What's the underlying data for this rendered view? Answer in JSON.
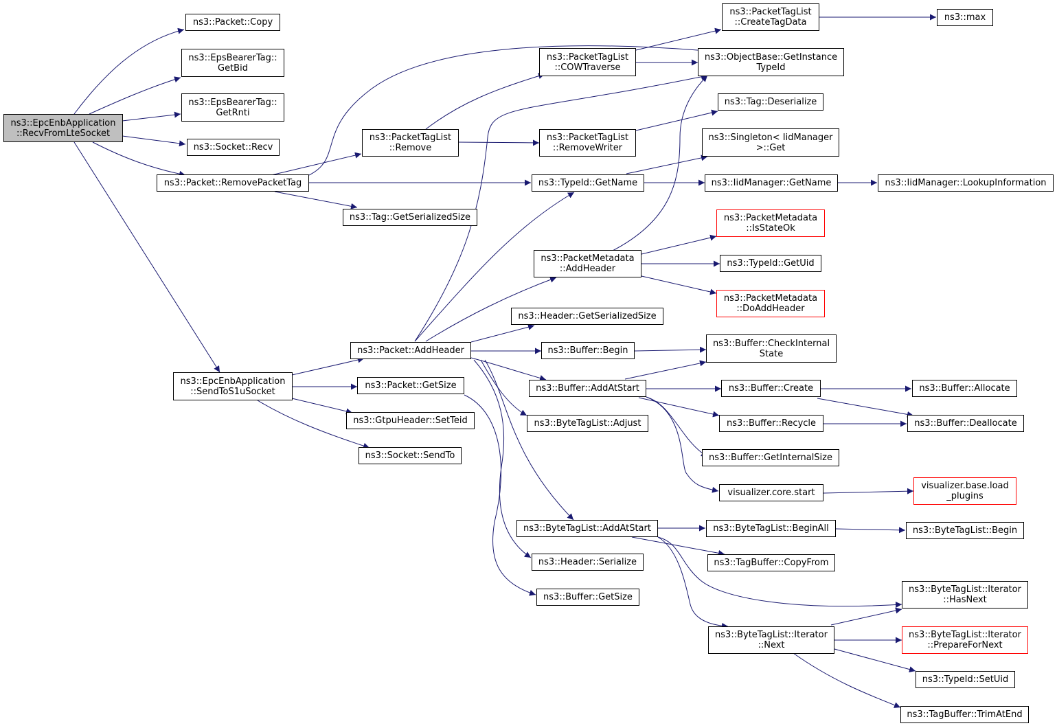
{
  "colors": {
    "edge": "#191970",
    "node_border": "#000000",
    "truncated_border": "#ff0000",
    "root_fill": "#bfbfbf"
  },
  "nodes": {
    "recv_from_lte": "ns3::EpcEnbApplication\n::RecvFromLteSocket",
    "packet_copy": "ns3::Packet::Copy",
    "eps_getbid": "ns3::EpsBearerTag::\nGetBid",
    "eps_getrnti": "ns3::EpsBearerTag::\nGetRnti",
    "socket_recv": "ns3::Socket::Recv",
    "remove_packet_tag": "ns3::Packet::RemovePacketTag",
    "send_to_s1u": "ns3::EpcEnbApplication\n::SendToS1uSocket",
    "ptl_remove": "ns3::PacketTagList\n::Remove",
    "tag_get_serialized_size": "ns3::Tag::GetSerializedSize",
    "packet_add_header": "ns3::Packet::AddHeader",
    "packet_get_size": "ns3::Packet::GetSize",
    "gtpu_set_teid": "ns3::GtpuHeader::SetTeid",
    "socket_send_to": "ns3::Socket::SendTo",
    "ptl_cow_traverse": "ns3::PacketTagList\n::COWTraverse",
    "ptl_remove_writer": "ns3::PacketTagList\n::RemoveWriter",
    "typeid_get_name": "ns3::TypeId::GetName",
    "pm_add_header": "ns3::PacketMetadata\n::AddHeader",
    "header_get_serialized_size": "ns3::Header::GetSerializedSize",
    "buffer_begin": "ns3::Buffer::Begin",
    "buffer_add_at_start": "ns3::Buffer::AddAtStart",
    "btl_adjust": "ns3::ByteTagList::Adjust",
    "btl_add_at_start": "ns3::ByteTagList::AddAtStart",
    "header_serialize": "ns3::Header::Serialize",
    "buffer_get_size": "ns3::Buffer::GetSize",
    "ptl_create_tag_data": "ns3::PacketTagList\n::CreateTagData",
    "objectbase_get_instance_typeid": "ns3::ObjectBase::GetInstance\nTypeId",
    "tag_deserialize": "ns3::Tag::Deserialize",
    "singleton_get": "ns3::Singleton< IidManager\n>::Get",
    "iid_get_name": "ns3::IidManager::GetName",
    "pm_is_state_ok": "ns3::PacketMetadata\n::IsStateOk",
    "typeid_get_uid": "ns3::TypeId::GetUid",
    "pm_do_add_header": "ns3::PacketMetadata\n::DoAddHeader",
    "buffer_check_internal_state": "ns3::Buffer::CheckInternal\nState",
    "buffer_create": "ns3::Buffer::Create",
    "buffer_recycle": "ns3::Buffer::Recycle",
    "buffer_get_internal_size": "ns3::Buffer::GetInternalSize",
    "visualizer_core_start": "visualizer.core.start",
    "btl_begin_all": "ns3::ByteTagList::BeginAll",
    "tagbuffer_copy_from": "ns3::TagBuffer::CopyFrom",
    "btl_iterator_next": "ns3::ByteTagList::Iterator\n::Next",
    "ns3_max": "ns3::max",
    "iid_lookup_information": "ns3::IidManager::LookupInformation",
    "buffer_allocate": "ns3::Buffer::Allocate",
    "buffer_deallocate": "ns3::Buffer::Deallocate",
    "visualizer_load_plugins": "visualizer.base.load\n_plugins",
    "btl_begin": "ns3::ByteTagList::Begin",
    "btl_iterator_has_next": "ns3::ByteTagList::Iterator\n::HasNext",
    "btl_iterator_prepare_for_next": "ns3::ByteTagList::Iterator\n::PrepareForNext",
    "typeid_set_uid": "ns3::TypeId::SetUid",
    "tagbuffer_trim_at_end": "ns3::TagBuffer::TrimAtEnd"
  }
}
